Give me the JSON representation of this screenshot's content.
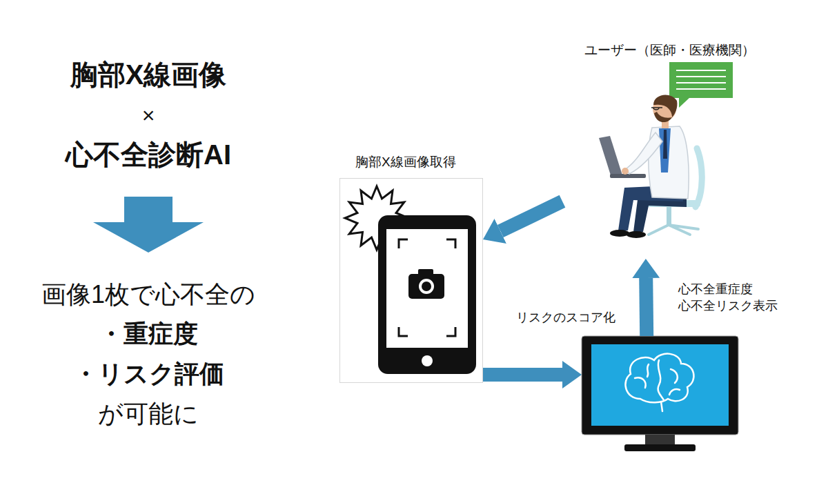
{
  "diagram": {
    "nodes": [
      {
        "text": [
          "ユーザー（医師・医療機関）"
        ]
      },
      {
        "text": [
          "胸部X線画像取得"
        ]
      },
      {
        "text": [
          "リスクのスコア化"
        ]
      }
    ],
    "edges": [
      {
        "from": 0,
        "to": 1,
        "arrow": "to"
      },
      {
        "from": 1,
        "to": 2,
        "arrow": "to"
      },
      {
        "from": 2,
        "to": 0,
        "label": "心不全重症度 心不全リスク表示",
        "arrow": "to"
      }
    ],
    "labels": [
      "胸部X線画像",
      "×",
      "心不全診断AI",
      "画像1枚で心不全の",
      "・重症度",
      "・リスク評価",
      "が可能に"
    ]
  }
}
